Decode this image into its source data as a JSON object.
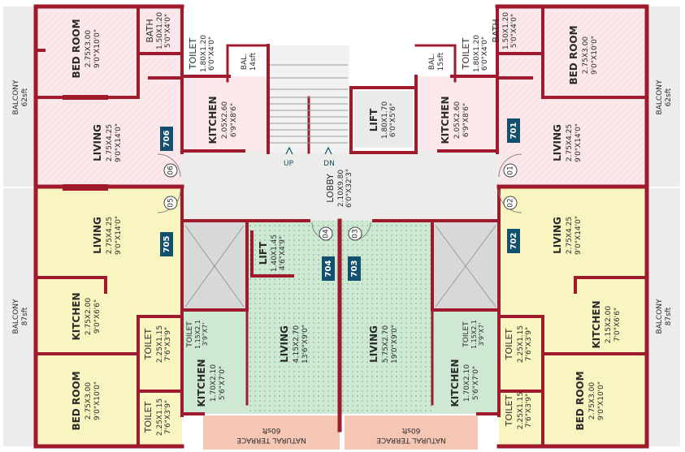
{
  "colors": {
    "pink": "#fbe8ea",
    "yellow": "#f9f5c0",
    "green": "#cfe8d4",
    "wall": "#a01a2e",
    "gray": "#d8d8d8",
    "terrace": "#f6c6b4",
    "tag": "#13506e"
  },
  "flats": {
    "f706": "706",
    "f705": "705",
    "f704": "704",
    "f703": "703",
    "f702": "702",
    "f701": "701"
  },
  "doors": {
    "d06": "06",
    "d05": "05",
    "d04": "04",
    "d03": "03",
    "d02": "02",
    "d01": "01"
  },
  "rooms": {
    "balcony62": "BALCONY",
    "balcony62_area": "62sft",
    "balcony87": "BALCONY",
    "balcony87_area": "87sft",
    "bedroom": "BED ROOM",
    "bedroom_m": "2.75X3.00",
    "bedroom_f": "9'0\"X10'0\"",
    "bath": "BATH",
    "bath_m": "1.50X1.20",
    "bath_f": "5'0\"X4'0\"",
    "toilet": "TOILET",
    "toilet_top_m": "1.80X1.20",
    "toilet_top_f": "6'0\"X4'0\"",
    "bal": "BAL.",
    "bal_area": "14sft",
    "bal_area_r": "15sft",
    "kitchen": "KITCHEN",
    "kitchen_top_m": "2.05X2.60",
    "kitchen_top_f": "6'9\"X8'6\"",
    "living": "LIVING",
    "living_m": "2.75X4.25",
    "living_f": "9'0\"X14'0\"",
    "lift": "LIFT",
    "lift1_m": "1.80X1.70",
    "lift1_f": "6'0\"X5'6\"",
    "lift2_m": "1.40X1.45",
    "lift2_f": "4'6\"X4'9\"",
    "lobby": "LOBBY",
    "lobby_m": "2.10X9.80",
    "lobby_f": "6'0\"X32'3\"",
    "up": "UP",
    "dn": "DN",
    "kitchen_l_m": "2.75X2.00",
    "kitchen_l_f": "9'0\"X6'6\"",
    "kitchen_r_m": "2.15X2.00",
    "kitchen_r_f": "7'0\"X6'6\"",
    "toilet_side_m": "2.25X1.15",
    "toilet_side_f": "7'6\"X3'9\"",
    "toilet_small_m": "1.15X2.1",
    "toilet_small_f": "3'9\"X7'",
    "kitchen_small_m": "1.70X2.10",
    "kitchen_small_f": "5'6\"X7'0\"",
    "living704_m": "4.15X2.70",
    "living704_f": "13'6\"X9'0\"",
    "living703_m": "5.75X2.70",
    "living703_f": "19'0\"X9'0\"",
    "terrace": "NATURAL TERRACE",
    "terrace_area": "60sft"
  }
}
